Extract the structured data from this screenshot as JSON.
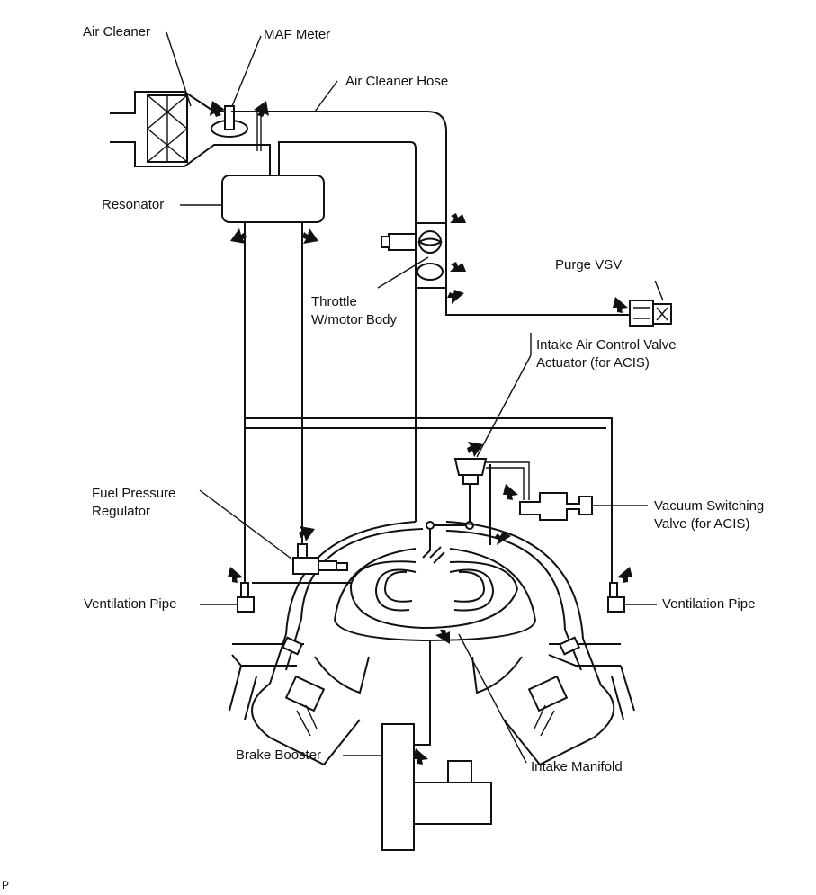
{
  "labels": {
    "air_cleaner": "Air Cleaner",
    "maf_meter": "MAF Meter",
    "air_cleaner_hose": "Air Cleaner Hose",
    "resonator": "Resonator",
    "throttle_line1": "Throttle",
    "throttle_line2": "W/motor Body",
    "purge_vsv": "Purge VSV",
    "iacv_line1": "Intake Air Control Valve",
    "iacv_line2": "Actuator (for ACIS)",
    "fpr_line1": "Fuel Pressure",
    "fpr_line2": "Regulator",
    "vsv_line1": "Vacuum Switching",
    "vsv_line2": "Valve (for ACIS)",
    "vent_left": "Ventilation Pipe",
    "vent_right": "Ventilation Pipe",
    "brake_booster": "Brake Booster",
    "intake_manifold": "Intake Manifold",
    "corner_mark": "P"
  },
  "colors": {
    "line": "#111111",
    "background": "#ffffff"
  }
}
